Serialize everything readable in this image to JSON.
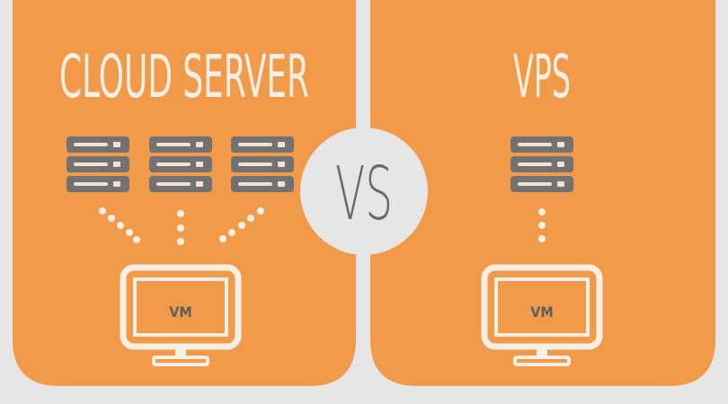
{
  "colors": {
    "background": "#e6e6e6",
    "panel": "#f09a4a",
    "server_gray": "#727272",
    "server_light": "#f2e2cf",
    "line_light": "#f7efe4",
    "vs_circle": "#e7e7e7",
    "vs_text": "#6a6a6a"
  },
  "left_panel": {
    "title": "CLOUD SERVER",
    "server_icon_count": 3,
    "monitor_label": "VM"
  },
  "right_panel": {
    "title": "VPS",
    "server_icon_count": 1,
    "monitor_label": "VM"
  },
  "vs_label": "VS",
  "icons": [
    "server-rack-icon",
    "monitor-icon",
    "dotted-connector-icon"
  ]
}
